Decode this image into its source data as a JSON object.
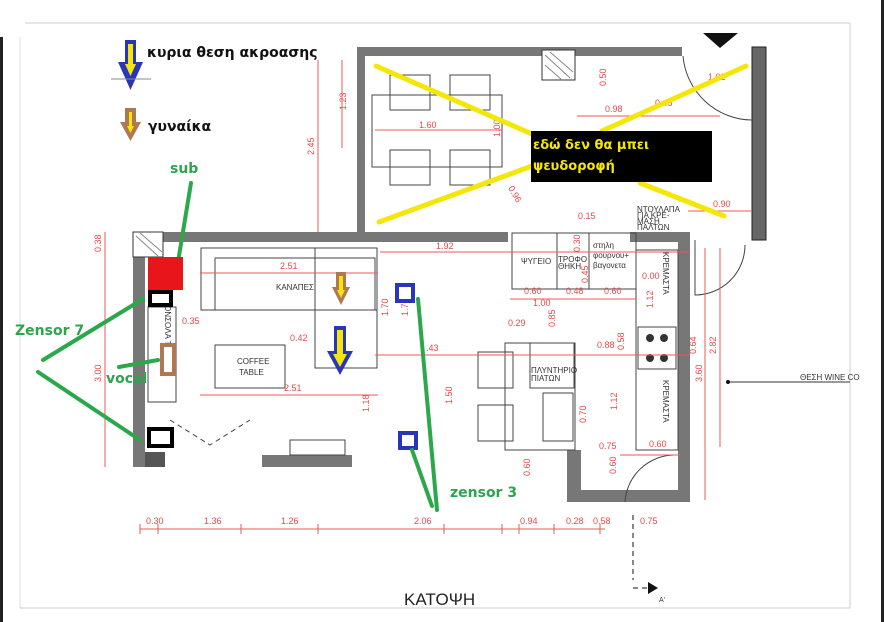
{
  "legend": {
    "main_listening": "κυρια θεση ακροασης",
    "woman": "γυναίκα"
  },
  "annotations": {
    "sub": "sub",
    "zensor7": "Zensor 7",
    "vocal": "vocal",
    "zensor3": "zensor 3",
    "no_ceiling_line1": "εδώ δεν θα μπει",
    "no_ceiling_line2": "ψευδοροφή"
  },
  "colors": {
    "annotation_green": "#2ea44f",
    "highlight_yellow": "#f5e60a",
    "sub_red": "#e8151b",
    "sensor_blue": "#2b35b8",
    "woman_brown": "#b07850",
    "dimension_red": "#e8484a"
  },
  "plan": {
    "title": "ΚΑΤΟΨΗ",
    "section_marker": "A'",
    "labels": {
      "sofa": "ΚΑΝΑΠΕΣ",
      "coffee_table_1": "COFFEE",
      "coffee_table_2": "TABLE",
      "tv_console": "ΚΟΝΣΟΛΑ TV",
      "dishwasher_1": "ΠΛΥΝΤΗΡΙΟ",
      "dishwasher_2": "ΠΙΑΤΩΝ",
      "hanging_1": "ΚΡΕΜΑΣΤΑ",
      "hanging_2": "ΚΡΕΜΑΣΤΑ",
      "oven_1": "στηλη",
      "oven_2": "φουρνου+",
      "oven_3": "βαγονετα",
      "fridge": "ΨΥΓΕΙΟ",
      "pantry_1": "ΤΡΟΦΟ",
      "pantry_2": "ΘΗΚΗ",
      "wardrobe_1": "ΝΤΟΥΛΑΠΑ",
      "wardrobe_2": "ΓΙΑ ΚΡΕ-",
      "wardrobe_3": "ΜΑΣΗ",
      "wardrobe_4": "ΠΑΛΤΩΝ",
      "wine": "ΘΕΣΗ WINE CO"
    },
    "dimensions": {
      "top": [
        "1.23",
        "2.45",
        "1.60",
        "1.00",
        "0.96",
        "0.50",
        "0.98",
        "0.45",
        "1.02",
        "0.90",
        "0.15"
      ],
      "living": [
        "0.38",
        "3.00",
        "2.51",
        "0.35",
        "0.42",
        "2.51",
        "1.70",
        "1.70",
        "1.92",
        "1.18",
        ".43",
        "1.50"
      ],
      "kitchen": [
        "0.60",
        "0.48",
        "0.60",
        "1.00",
        "0.85",
        "0.29",
        "0.88",
        "0.58",
        "0.30",
        "0.45",
        "0.00",
        "1.12",
        "0.64",
        "2.82",
        "3.60",
        "0.70",
        "1.12",
        "0.75",
        "0.60",
        "0.60",
        "0.60"
      ],
      "bottom": [
        "0.30",
        "1.36",
        "1.26",
        "2.06",
        "0.94",
        "0.28",
        "0.58",
        "0.75"
      ]
    }
  }
}
